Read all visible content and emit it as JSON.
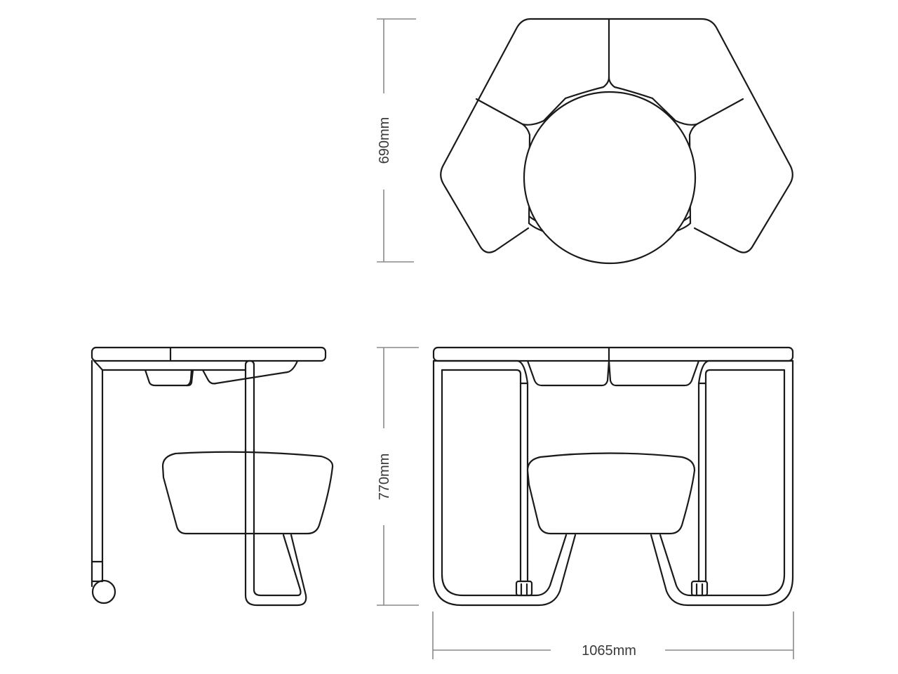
{
  "diagram": {
    "type": "furniture-dimension-drawing",
    "views": [
      {
        "name": "top-view",
        "description": "Plan view: three wedge seats around a round table with two side panels"
      },
      {
        "name": "side-view",
        "description": "Side elevation with tabletop, trays, seat, frame and caster wheel"
      },
      {
        "name": "front-view",
        "description": "Front elevation with tabletop, trays, seat and tubular frame"
      }
    ],
    "dimensions": {
      "depth": {
        "label": "690mm",
        "value": 690,
        "unit": "mm",
        "orientation": "vertical"
      },
      "height": {
        "label": "770mm",
        "value": 770,
        "unit": "mm",
        "orientation": "vertical"
      },
      "width": {
        "label": "1065mm",
        "value": 1065,
        "unit": "mm",
        "orientation": "horizontal"
      }
    },
    "colors": {
      "line": "#1a1a1a",
      "dimension_line": "#8a8a8a",
      "dimension_text": "#3a3a3a",
      "background": "#ffffff"
    }
  }
}
